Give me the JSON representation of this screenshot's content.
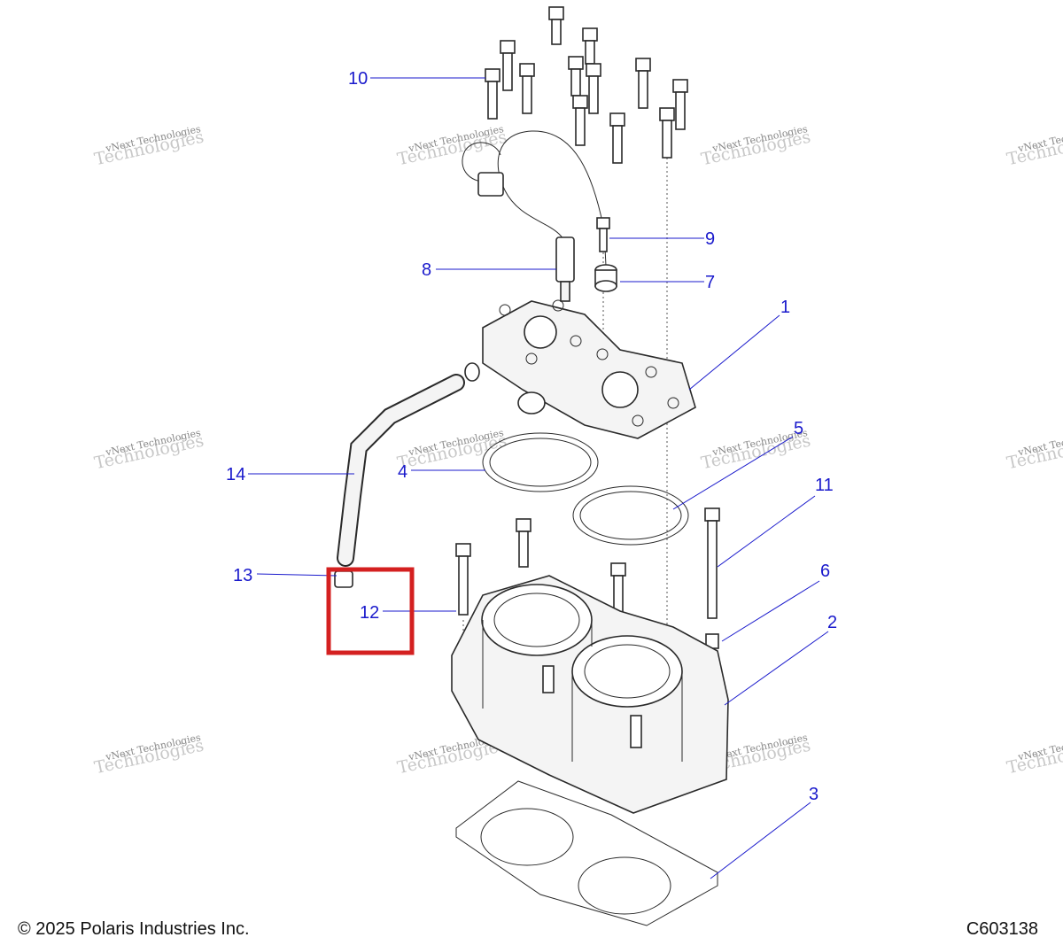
{
  "callouts": [
    {
      "label": "1"
    },
    {
      "label": "2"
    },
    {
      "label": "3"
    },
    {
      "label": "4"
    },
    {
      "label": "5"
    },
    {
      "label": "6"
    },
    {
      "label": "7"
    },
    {
      "label": "8"
    },
    {
      "label": "9"
    },
    {
      "label": "10"
    },
    {
      "label": "11"
    },
    {
      "label": "12"
    },
    {
      "label": "13"
    },
    {
      "label": "14"
    }
  ],
  "watermark": {
    "line1": "vNext Technologies",
    "line2": "Technologies"
  },
  "footer": {
    "copyright": "© 2025 Polaris Industries Inc.",
    "figure_id": "C603138"
  },
  "highlight": {
    "color": "#d42020",
    "target_label": "12"
  },
  "accent_color": "#1a1acc"
}
